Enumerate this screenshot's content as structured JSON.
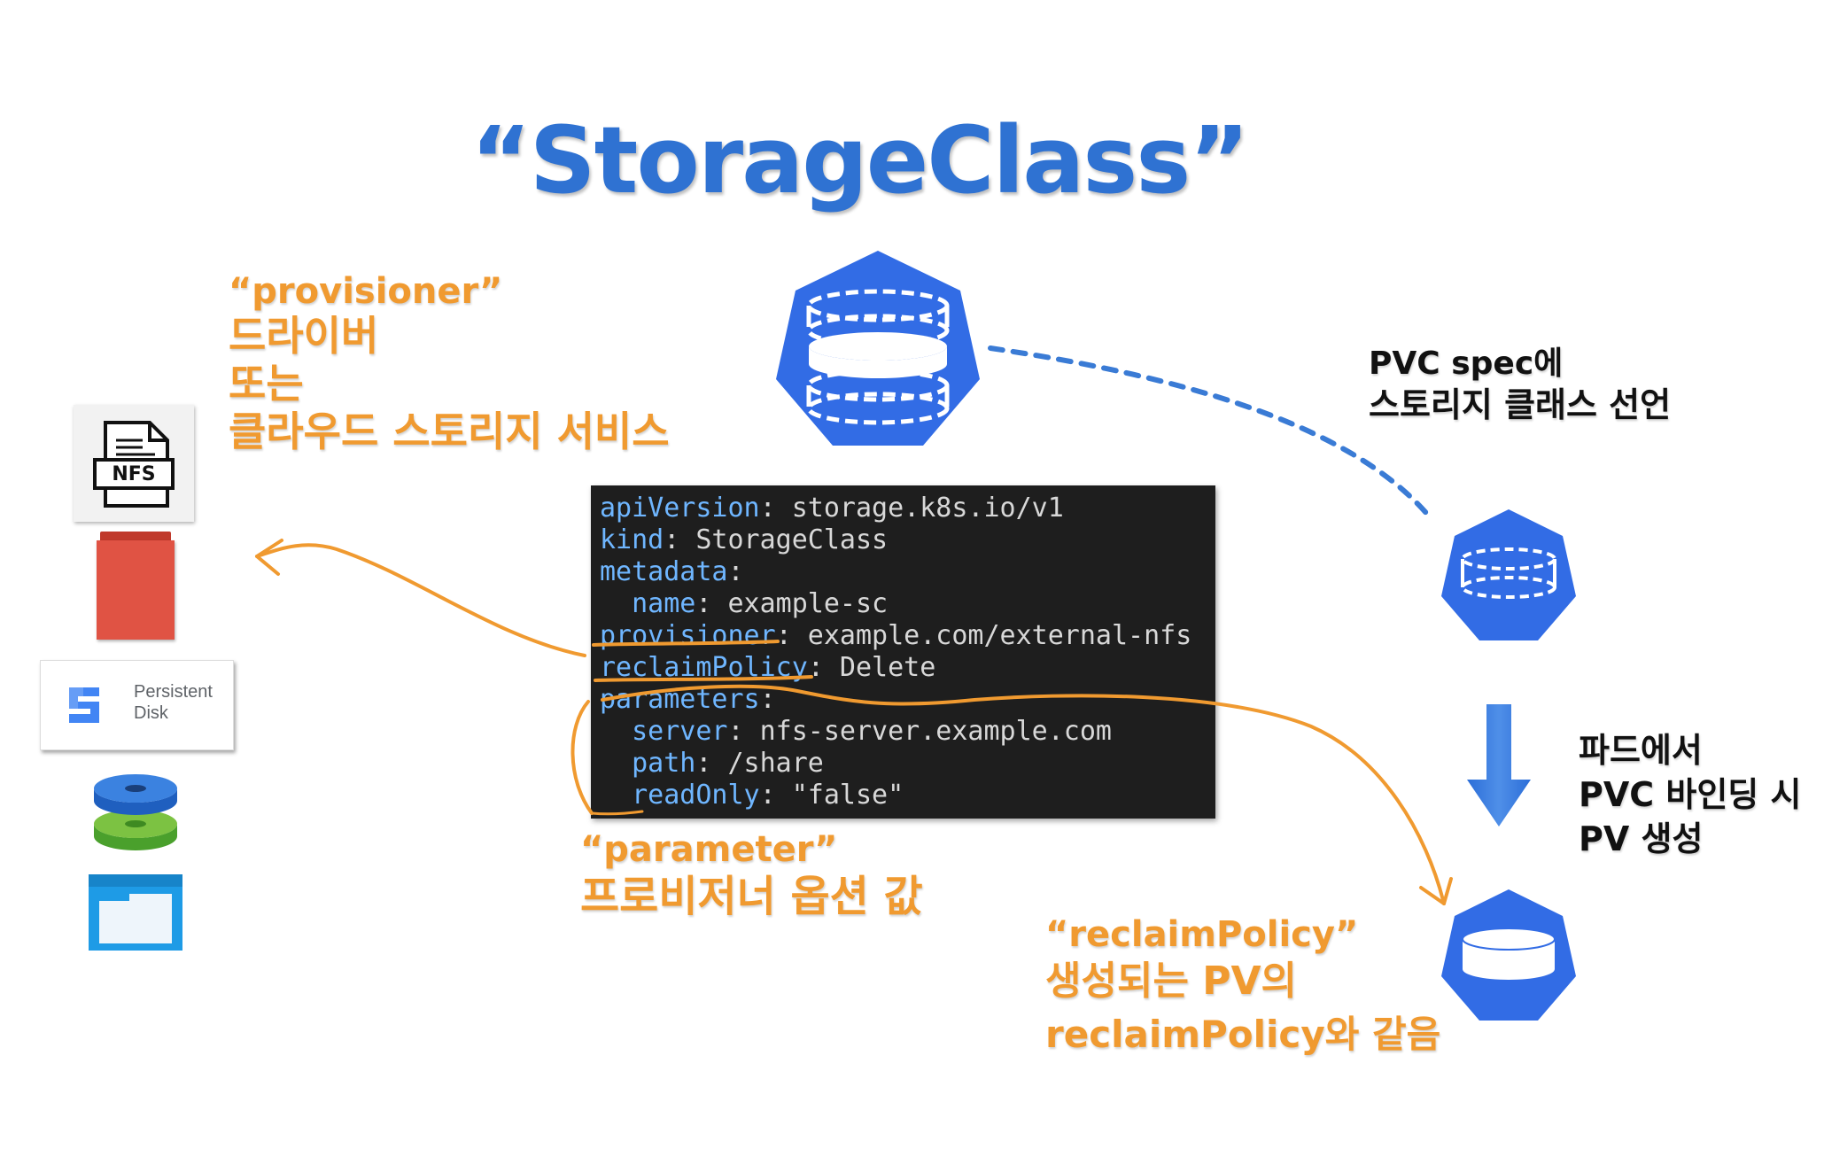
{
  "title": "“StorageClass”",
  "provisioner_note": {
    "quote": "“provisioner”",
    "lines": [
      "드라이버",
      "또는",
      "클라우드 스토리지 서비스"
    ]
  },
  "parameter_note": {
    "quote": "“parameter”",
    "line": "프로비저너 옵션 값"
  },
  "reclaim_note": {
    "quote": "“reclaimPolicy”",
    "lines": [
      "생성되는 PV의",
      "reclaimPolicy와 같음"
    ]
  },
  "pvc_note": {
    "lines": [
      "PVC spec에",
      "스토리지 클래스 선언"
    ]
  },
  "pod_note": {
    "lines": [
      "파드에서",
      "PVC 바인딩 시",
      "PV 생성"
    ]
  },
  "persistent_disk": {
    "line1": "Persistent",
    "line2": "Disk"
  },
  "nfs_label": "NFS",
  "code": {
    "lines": [
      {
        "indent": "",
        "key": "apiVersion",
        "value": " storage.k8s.io/v1"
      },
      {
        "indent": "",
        "key": "kind",
        "value": " StorageClass"
      },
      {
        "indent": "",
        "key": "metadata",
        "value": ""
      },
      {
        "indent": "  ",
        "key": "name",
        "value": " example-sc"
      },
      {
        "indent": "",
        "key": "provisioner",
        "value": " example.com/external-nfs"
      },
      {
        "indent": "",
        "key": "reclaimPolicy",
        "value": " Delete"
      },
      {
        "indent": "",
        "key": "parameters",
        "value": ""
      },
      {
        "indent": "  ",
        "key": "server",
        "value": " nfs-server.example.com"
      },
      {
        "indent": "  ",
        "key": "path",
        "value": " /share"
      },
      {
        "indent": "  ",
        "key": "readOnly",
        "value": " \"false\""
      }
    ]
  },
  "colors": {
    "title": "#2f72d2",
    "orange": "#f09a30",
    "k8s_blue": "#326ce5",
    "code_bg": "#1e1e1e",
    "code_key": "#6fb6ff"
  },
  "icons": [
    "storageclass-icon",
    "pvc-icon",
    "pv-icon",
    "nfs-icon",
    "red-storage-icon",
    "persistent-disk-icon",
    "disk-stack-icon",
    "window-folder-icon",
    "down-arrow-icon"
  ]
}
